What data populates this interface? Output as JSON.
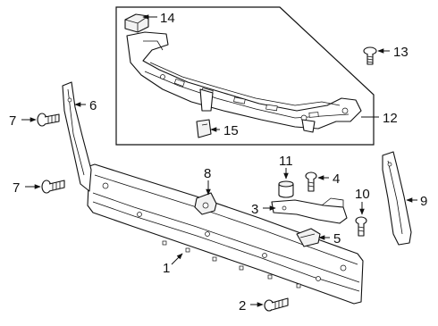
{
  "diagram": {
    "callouts": [
      {
        "id": "c1",
        "number": "1"
      },
      {
        "id": "c2",
        "number": "2"
      },
      {
        "id": "c3",
        "number": "3"
      },
      {
        "id": "c4",
        "number": "4"
      },
      {
        "id": "c5",
        "number": "5"
      },
      {
        "id": "c6",
        "number": "6"
      },
      {
        "id": "c7a",
        "number": "7"
      },
      {
        "id": "c7b",
        "number": "7"
      },
      {
        "id": "c8",
        "number": "8"
      },
      {
        "id": "c9",
        "number": "9"
      },
      {
        "id": "c10",
        "number": "10"
      },
      {
        "id": "c11",
        "number": "11"
      },
      {
        "id": "c12",
        "number": "12"
      },
      {
        "id": "c13",
        "number": "13"
      },
      {
        "id": "c14",
        "number": "14"
      },
      {
        "id": "c15",
        "number": "15"
      }
    ]
  }
}
